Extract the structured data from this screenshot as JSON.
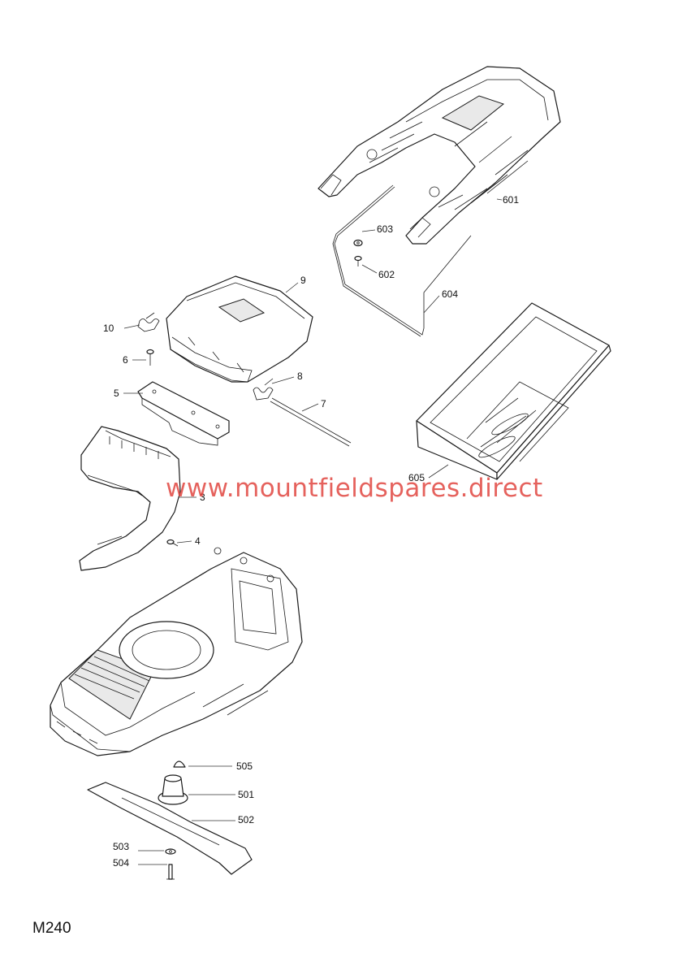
{
  "model_code": "M240",
  "watermark": "www.mountfieldspares.direct",
  "callouts": {
    "c3": "3",
    "c4": "4",
    "c5": "5",
    "c6": "6",
    "c7": "7",
    "c8": "8",
    "c9": "9",
    "c10": "10",
    "c501": "501",
    "c502": "502",
    "c503": "503",
    "c504": "504",
    "c505": "505",
    "c601": "601",
    "c602": "602",
    "c603": "603",
    "c604": "604",
    "c605": "605"
  }
}
